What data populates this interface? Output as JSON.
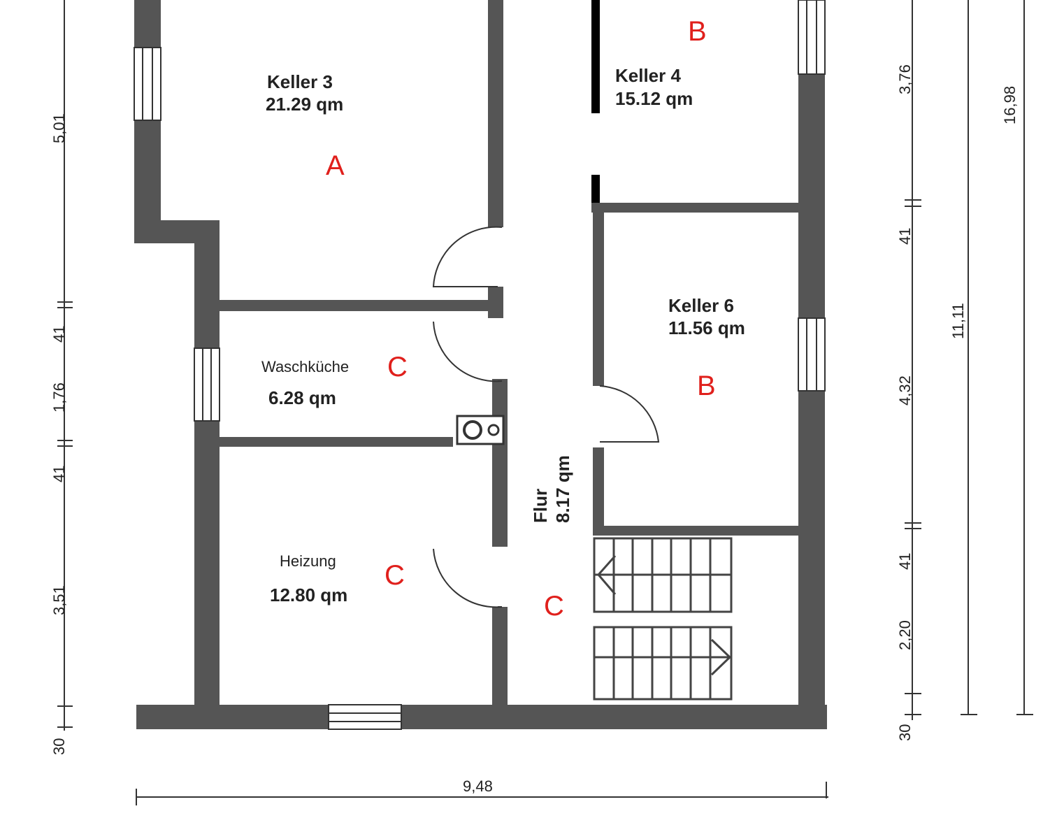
{
  "rooms": {
    "keller3": {
      "name": "Keller 3",
      "area": "21.29 qm",
      "marker": "A"
    },
    "keller4": {
      "name": "Keller 4",
      "area": "15.12 qm",
      "marker": "B"
    },
    "keller6": {
      "name": "Keller 6",
      "area": "11.56 qm",
      "marker": "B"
    },
    "waschkueche": {
      "name": "Waschküche",
      "area": "6.28 qm",
      "marker": "C"
    },
    "heizung": {
      "name": "Heizung",
      "area": "12.80 qm",
      "marker": "C"
    },
    "flur": {
      "name": "Flur",
      "area": "8.17 qm",
      "marker": "C"
    }
  },
  "dimensions": {
    "left": [
      "5,01",
      "41",
      "1,76",
      "41",
      "3,51",
      "30"
    ],
    "right": [
      "3,76",
      "41",
      "4,32",
      "41",
      "2,20",
      "30"
    ],
    "right_total_1": "11,11",
    "right_total_2": "16,98",
    "bottom": "9,48"
  },
  "colors": {
    "wall": "#555555",
    "marker": "#e0201c"
  }
}
